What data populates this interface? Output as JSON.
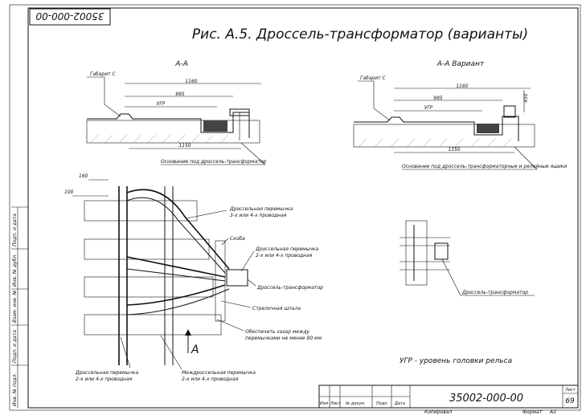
{
  "drawing_number_stamp": "35002-000-00",
  "title": "Рис. А.5. Дроссель-трансформатор (варианты)",
  "section_left": {
    "title": "А-А",
    "gabarit": "Габарит С",
    "dim_1160": "1160",
    "dim_985": "985",
    "ugr": "УГР",
    "dim_1150": "1150",
    "note": "Основание под дроссель-трансформатор"
  },
  "section_right": {
    "title": "А-А Вариант",
    "gabarit": "Габарит С",
    "dim_1160": "1160",
    "dim_985": "985",
    "ugr": "УГР",
    "dim_1350": "1350",
    "dim_vert": "450",
    "note": "Основание под дроссель-трансформаторные и релейные ящики"
  },
  "plan": {
    "dim_160": "160",
    "dim_100": "100",
    "callouts": [
      {
        "line1": "Дроссельная перемычка",
        "line2": "3-х или 4-х проводная"
      },
      {
        "line1": "Скоба",
        "line2": ""
      },
      {
        "line1": "Дроссельная перемычка",
        "line2": "2-х или 4-х проводная"
      },
      {
        "line1": "Дроссель-трансформатор",
        "line2": ""
      },
      {
        "line1": "Стрелочная шпала",
        "line2": ""
      },
      {
        "line1": "Обеспечить зазор между",
        "line2": "перемычками не менее 80 мм"
      }
    ],
    "bottom_left": {
      "line1": "Дроссельная перемычка",
      "line2": "2-х или 4-х проводная"
    },
    "bottom_mid": {
      "line1": "Междроссельная перемычка",
      "line2": "2-х или 4-х проводная"
    },
    "section_mark": "А"
  },
  "small_detail": {
    "label": "Дроссель-трансформатор"
  },
  "legend": "УГР - уровень головки рельса",
  "side_columns": [
    "Инв. № подл.",
    "Подп. и дата",
    "Взам. инв. №",
    "Инв. № дубл.",
    "Подп. и дата"
  ],
  "title_block": {
    "col_headers": [
      "Изм",
      "Лист",
      "№ докум.",
      "Подп.",
      "Дата"
    ],
    "doc_number": "35002-000-00",
    "sheet_label": "Лист",
    "sheet_number": "69",
    "copied": "Копировал",
    "format_label": "Формат",
    "format_value": "А3"
  },
  "colors": {
    "ink": "#111111",
    "hatch": "#777777",
    "paper": "#ffffff"
  }
}
